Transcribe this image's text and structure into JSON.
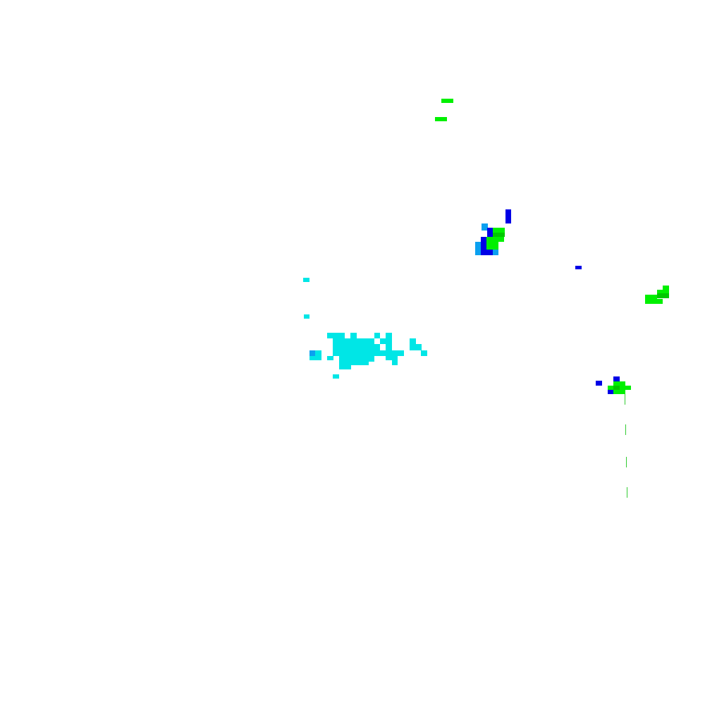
{
  "map": {
    "layer": "radar-reflectivity-overlay",
    "background_color": "#ffffff",
    "legend_colors": {
      "cyan": "#00e6e6",
      "light_blue": "#0aa0f0",
      "blue": "#0000e6",
      "green": "#00f000",
      "dark_green": "#00c800",
      "thin_green": "#33cc33"
    },
    "echoes": [
      {
        "name": "echo-north-green",
        "color": "green"
      },
      {
        "name": "echo-northeast-cluster",
        "color": "green"
      },
      {
        "name": "echo-small-blue",
        "color": "blue"
      },
      {
        "name": "echo-east-green",
        "color": "green"
      },
      {
        "name": "echo-central-cyan",
        "color": "cyan"
      },
      {
        "name": "echo-southeast-cluster",
        "color": "green"
      },
      {
        "name": "echo-trail-line",
        "color": "thin_green"
      }
    ]
  }
}
